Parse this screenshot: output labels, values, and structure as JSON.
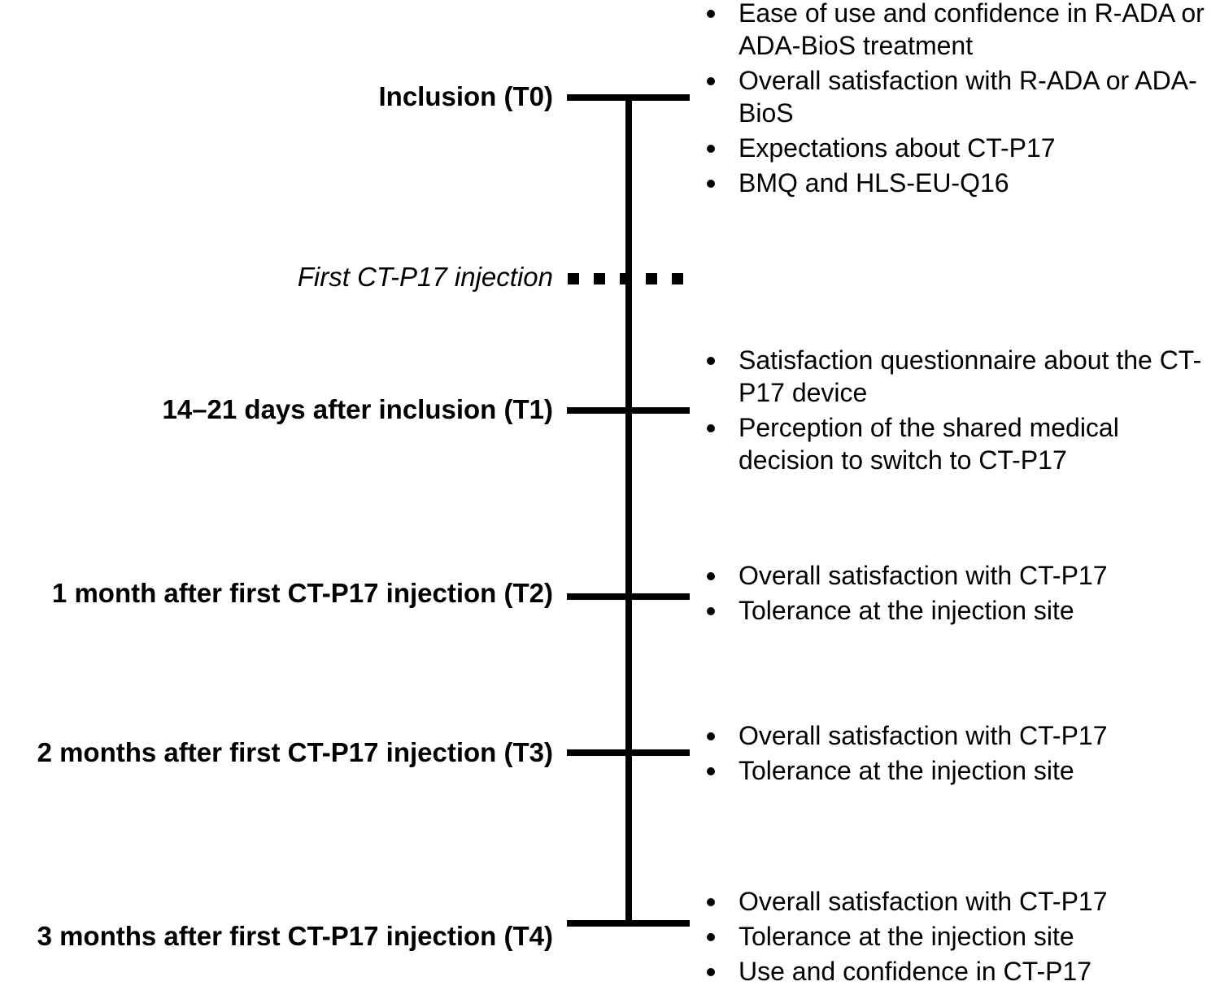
{
  "timepoints": [
    {
      "label": "Inclusion (T0)",
      "items": [
        "Ease of use and confidence in R-ADA or ADA-BioS treatment",
        "Overall satisfaction with R-ADA or ADA-BioS",
        "Expectations about CT-P17",
        "BMQ and HLS-EU-Q16"
      ]
    },
    {
      "label": "14–21 days after inclusion (T1)",
      "items": [
        "Satisfaction questionnaire about the CT-P17 device",
        "Perception of the shared medical decision to switch to CT-P17"
      ]
    },
    {
      "label": "1 month after first CT-P17 injection (T2)",
      "items": [
        "Overall satisfaction with CT-P17",
        "Tolerance at the injection site"
      ]
    },
    {
      "label": "2 months after first CT-P17 injection (T3)",
      "items": [
        "Overall satisfaction with CT-P17",
        "Tolerance at the injection site"
      ]
    },
    {
      "label": "3 months after first CT-P17 injection (T4)",
      "items": [
        "Overall satisfaction with CT-P17",
        "Tolerance at the injection site",
        "Use and confidence in CT-P17"
      ]
    }
  ],
  "event": {
    "label": "First CT-P17 injection"
  }
}
